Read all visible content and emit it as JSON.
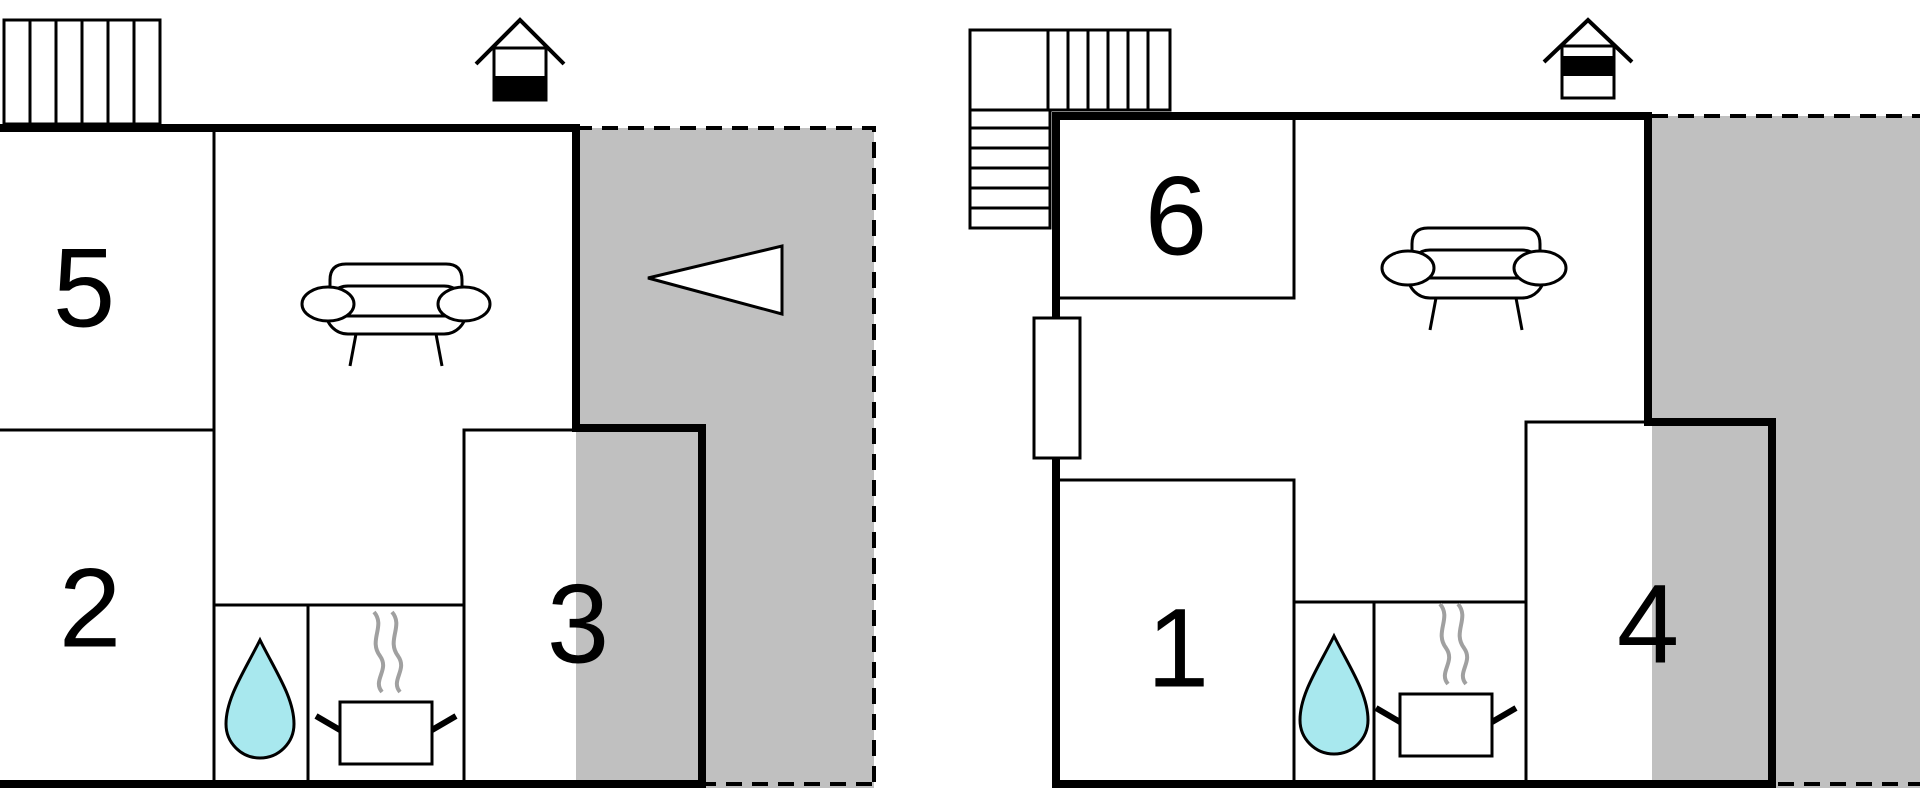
{
  "floors": [
    {
      "rooms": [
        {
          "label": "5"
        },
        {
          "label": "2"
        },
        {
          "label": "3"
        }
      ],
      "icons": [
        "entrance-icon",
        "sofa-icon",
        "bathroom-icon",
        "kitchen-icon",
        "terrace-icon"
      ],
      "terrace": {
        "color": "#c0c0c0",
        "type": "triangle"
      }
    },
    {
      "rooms": [
        {
          "label": "6"
        },
        {
          "label": "1"
        },
        {
          "label": "4"
        }
      ],
      "icons": [
        "entrance-icon",
        "sofa-icon",
        "bathroom-icon",
        "kitchen-icon",
        "stairs-icon",
        "window-icon"
      ],
      "terrace": {
        "color": "#c0c0c0"
      }
    }
  ],
  "colors": {
    "wall": "#000000",
    "terrace": "#c0c0c0",
    "water": "#a8e8ee",
    "steam": "#a0a0a0"
  }
}
